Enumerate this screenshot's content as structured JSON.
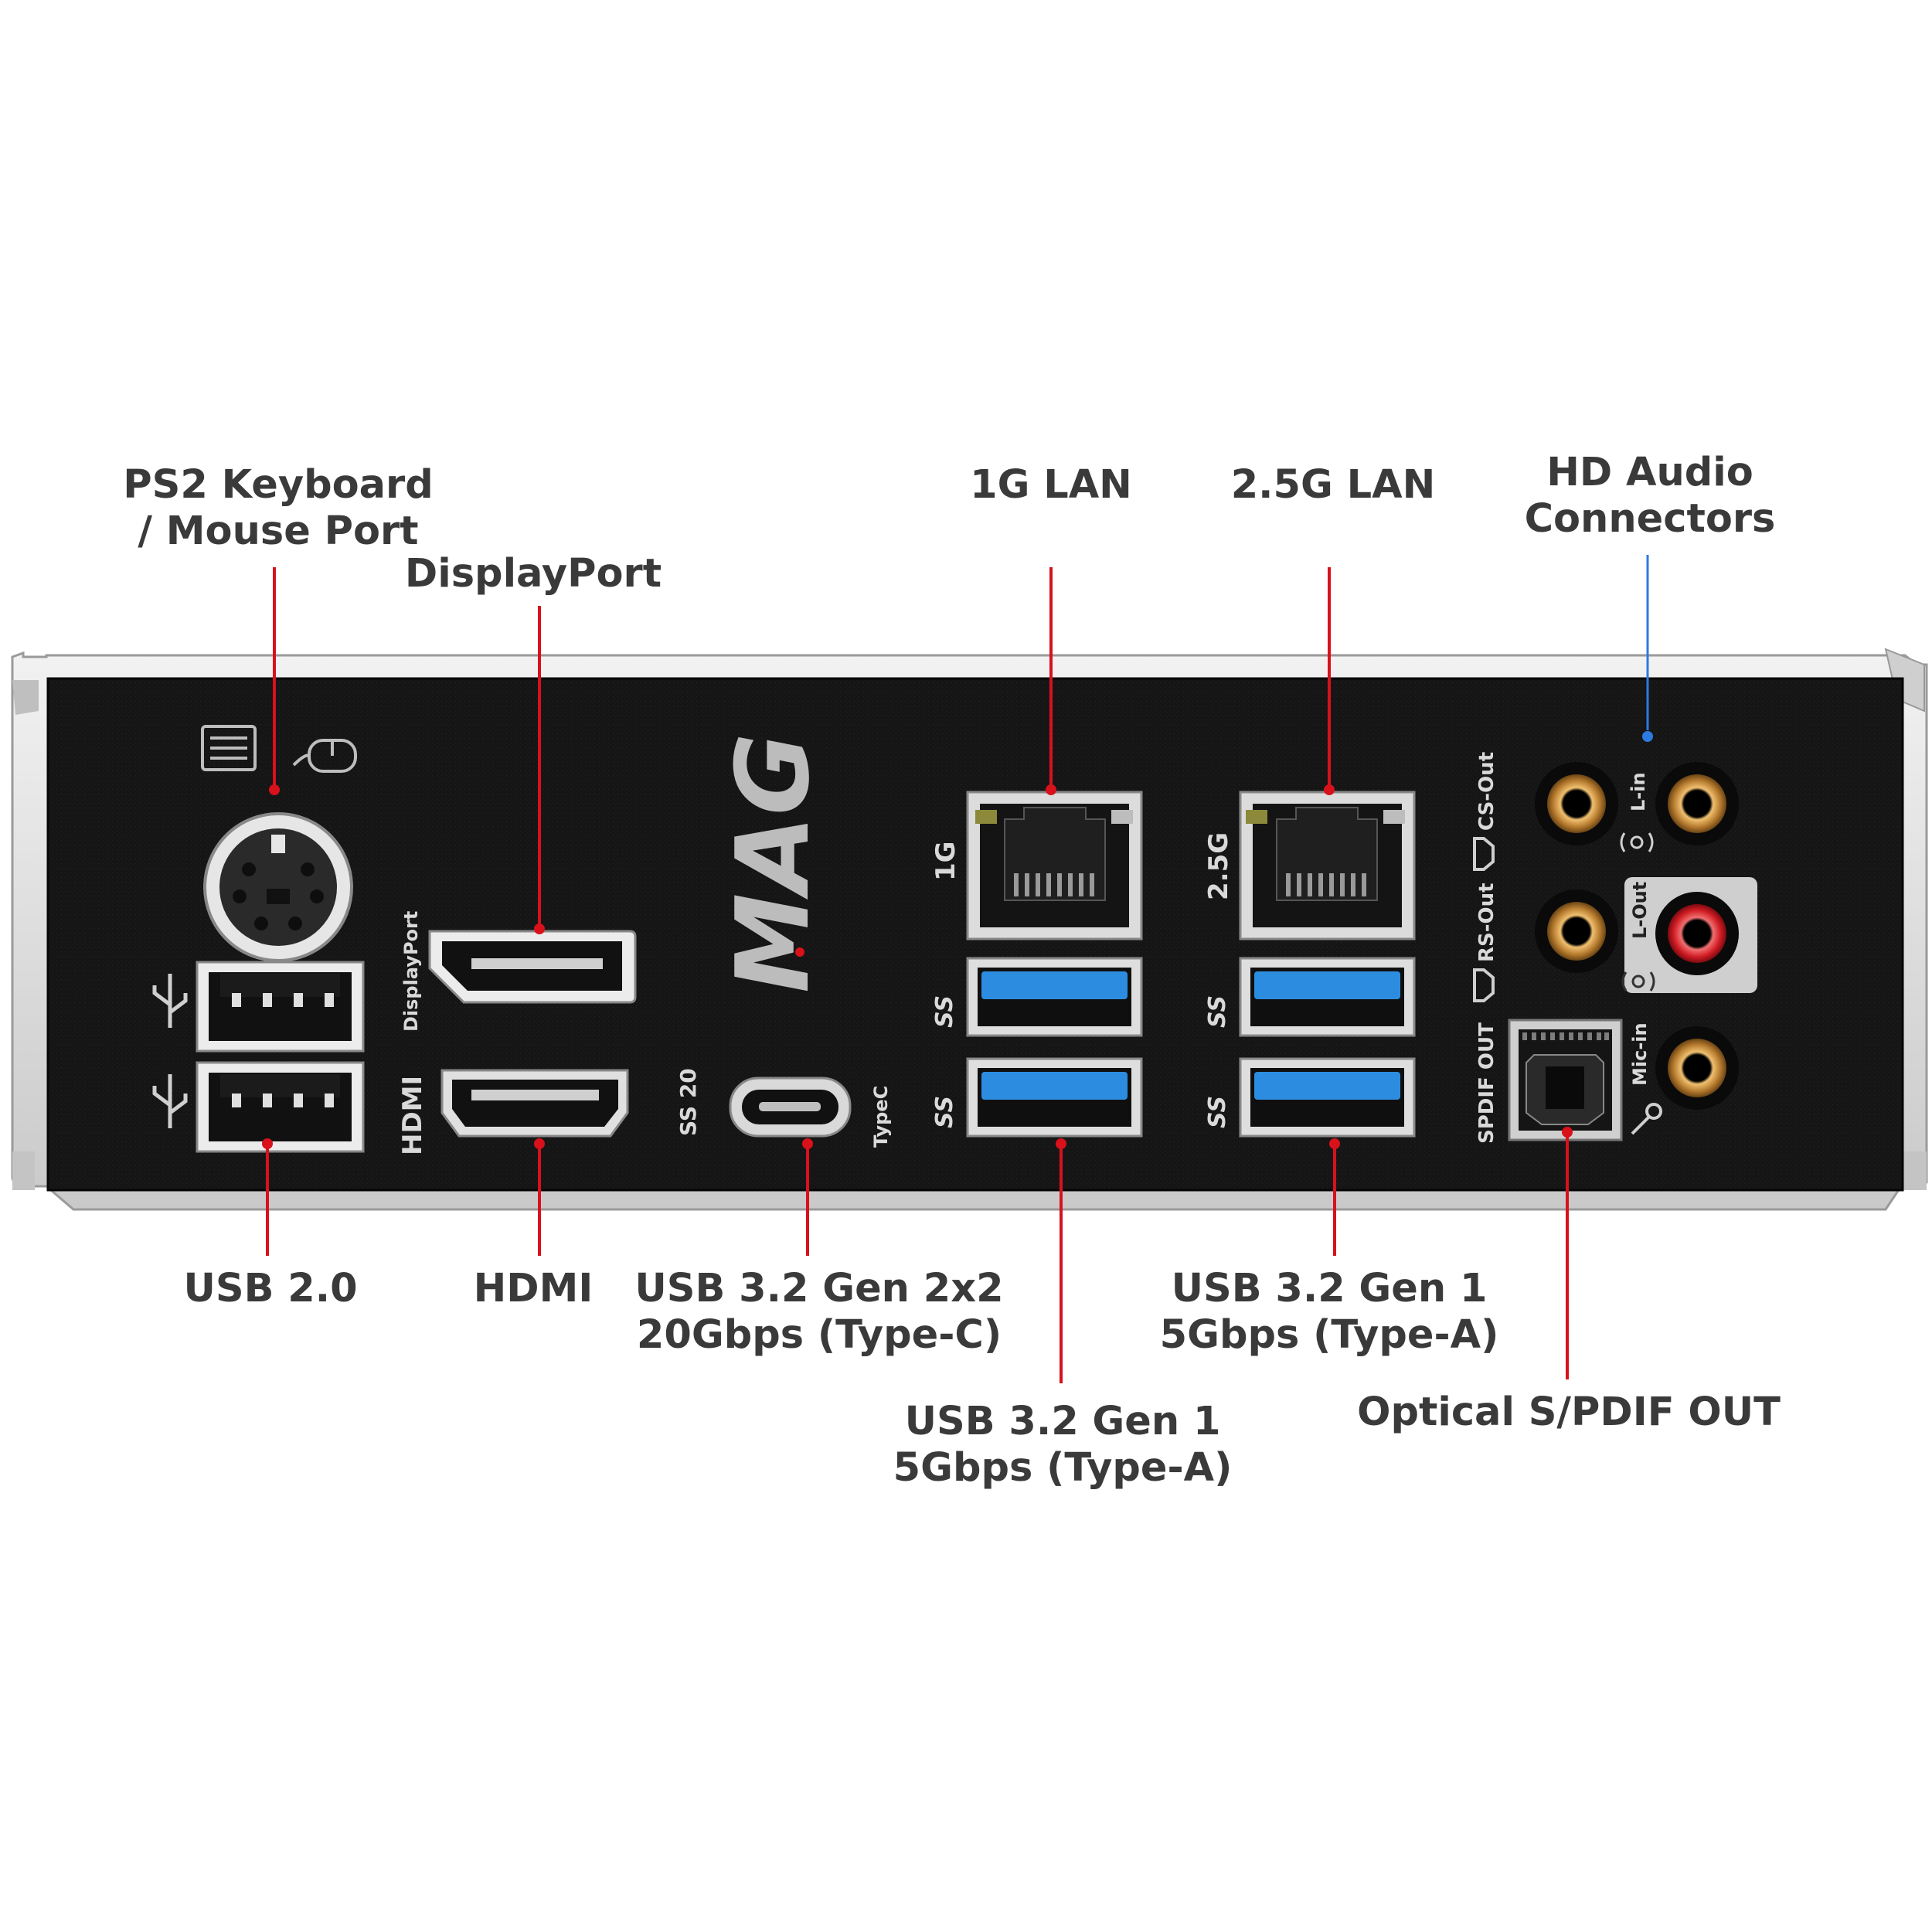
{
  "colors": {
    "leader": "#d8111b",
    "label_text": "#3a3a3a",
    "panel": "#151515",
    "frame": "#e3e3e3",
    "usb3_blue": "#2c8de0",
    "audio_gold": "#d6a052",
    "audio_red": "#e2333a"
  },
  "labels": {
    "ps2": [
      "PS2 Keyboard",
      "/ Mouse Port"
    ],
    "displayport": [
      "DisplayPort"
    ],
    "lan1g": [
      "1G LAN"
    ],
    "lan25g": [
      "2.5G LAN"
    ],
    "hd_audio": [
      "HD Audio",
      "Connectors"
    ],
    "usb20": [
      "USB 2.0"
    ],
    "hdmi": [
      "HDMI"
    ],
    "usb32_2x2": [
      "USB 3.2 Gen 2x2",
      "20Gbps (Type-C)"
    ],
    "usb32_gen1_left": [
      "USB 3.2 Gen 1",
      "5Gbps (Type-A)"
    ],
    "usb32_gen1_right": [
      "USB 3.2 Gen 1",
      "5Gbps (Type-A)"
    ],
    "spdif": [
      "Optical S/PDIF OUT"
    ]
  },
  "panel_markings": {
    "displayport": "DisplayPort",
    "hdmi": "HDMI",
    "typec": "TypeC",
    "ss20": "SS 20",
    "lan1g": "1G",
    "lan25g": "2.5G",
    "ss": "SS",
    "brand": "MAG",
    "cs_out": "CS-Out",
    "rs_out": "RS-Out",
    "spdif_out": "SPDIF OUT",
    "l_in": "L-in",
    "l_out": "L-Out",
    "mic_in": "Mic-in"
  },
  "icons": [
    "keyboard-icon",
    "mouse-icon",
    "usb-icon",
    "ss-usb-icon",
    "speaker-icon",
    "microphone-icon",
    "line-in-icon",
    "line-out-icon"
  ]
}
